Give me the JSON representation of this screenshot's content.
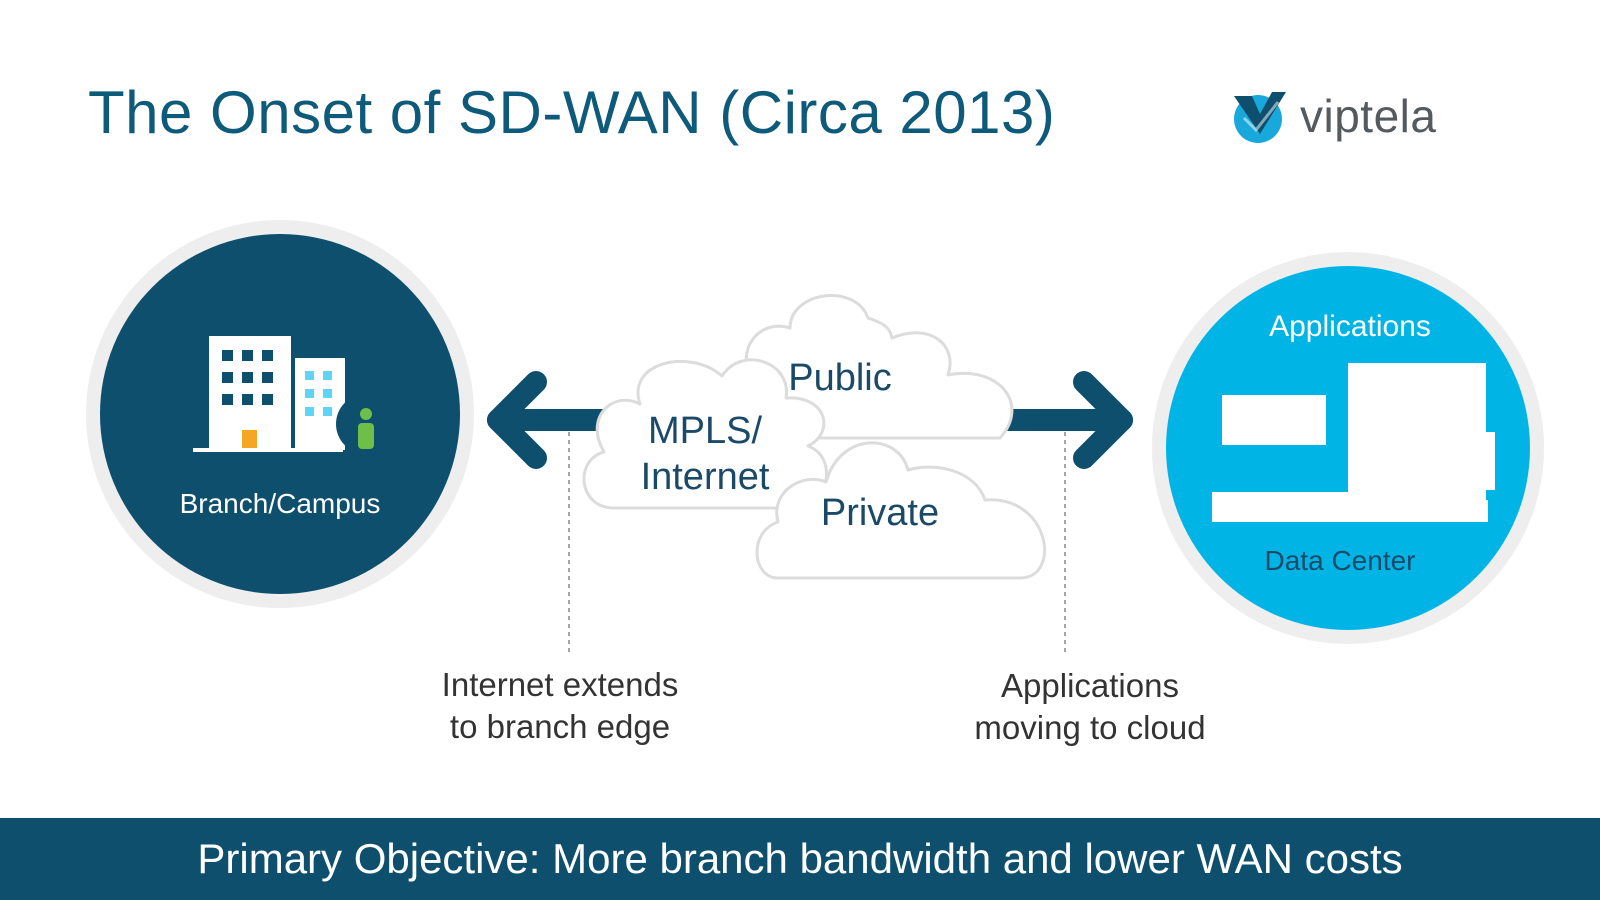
{
  "title": "The Onset of SD-WAN (Circa 2013)",
  "logo": {
    "text": "viptela",
    "icon": "viptela-check-icon"
  },
  "branch": {
    "label": "Branch/Campus",
    "icon": "building-icon"
  },
  "datacenter": {
    "top_label": "Applications",
    "bottom_label": "Data Center"
  },
  "clouds": {
    "public": "Public",
    "mpls_line1": "MPLS/",
    "mpls_line2": "Internet",
    "private": "Private"
  },
  "notes": {
    "left": "Internet extends\nto branch edge",
    "right": "Applications\nmoving to cloud"
  },
  "footer": "Primary Objective: More branch bandwidth and lower WAN costs",
  "colors": {
    "title": "#0e5a7a",
    "branch_circle": "#0e4f6e",
    "datacenter_circle": "#00b5e6",
    "arrow": "#0e4f6e",
    "footer_bg": "#0e4f6e",
    "ring": "#eeeeee"
  }
}
